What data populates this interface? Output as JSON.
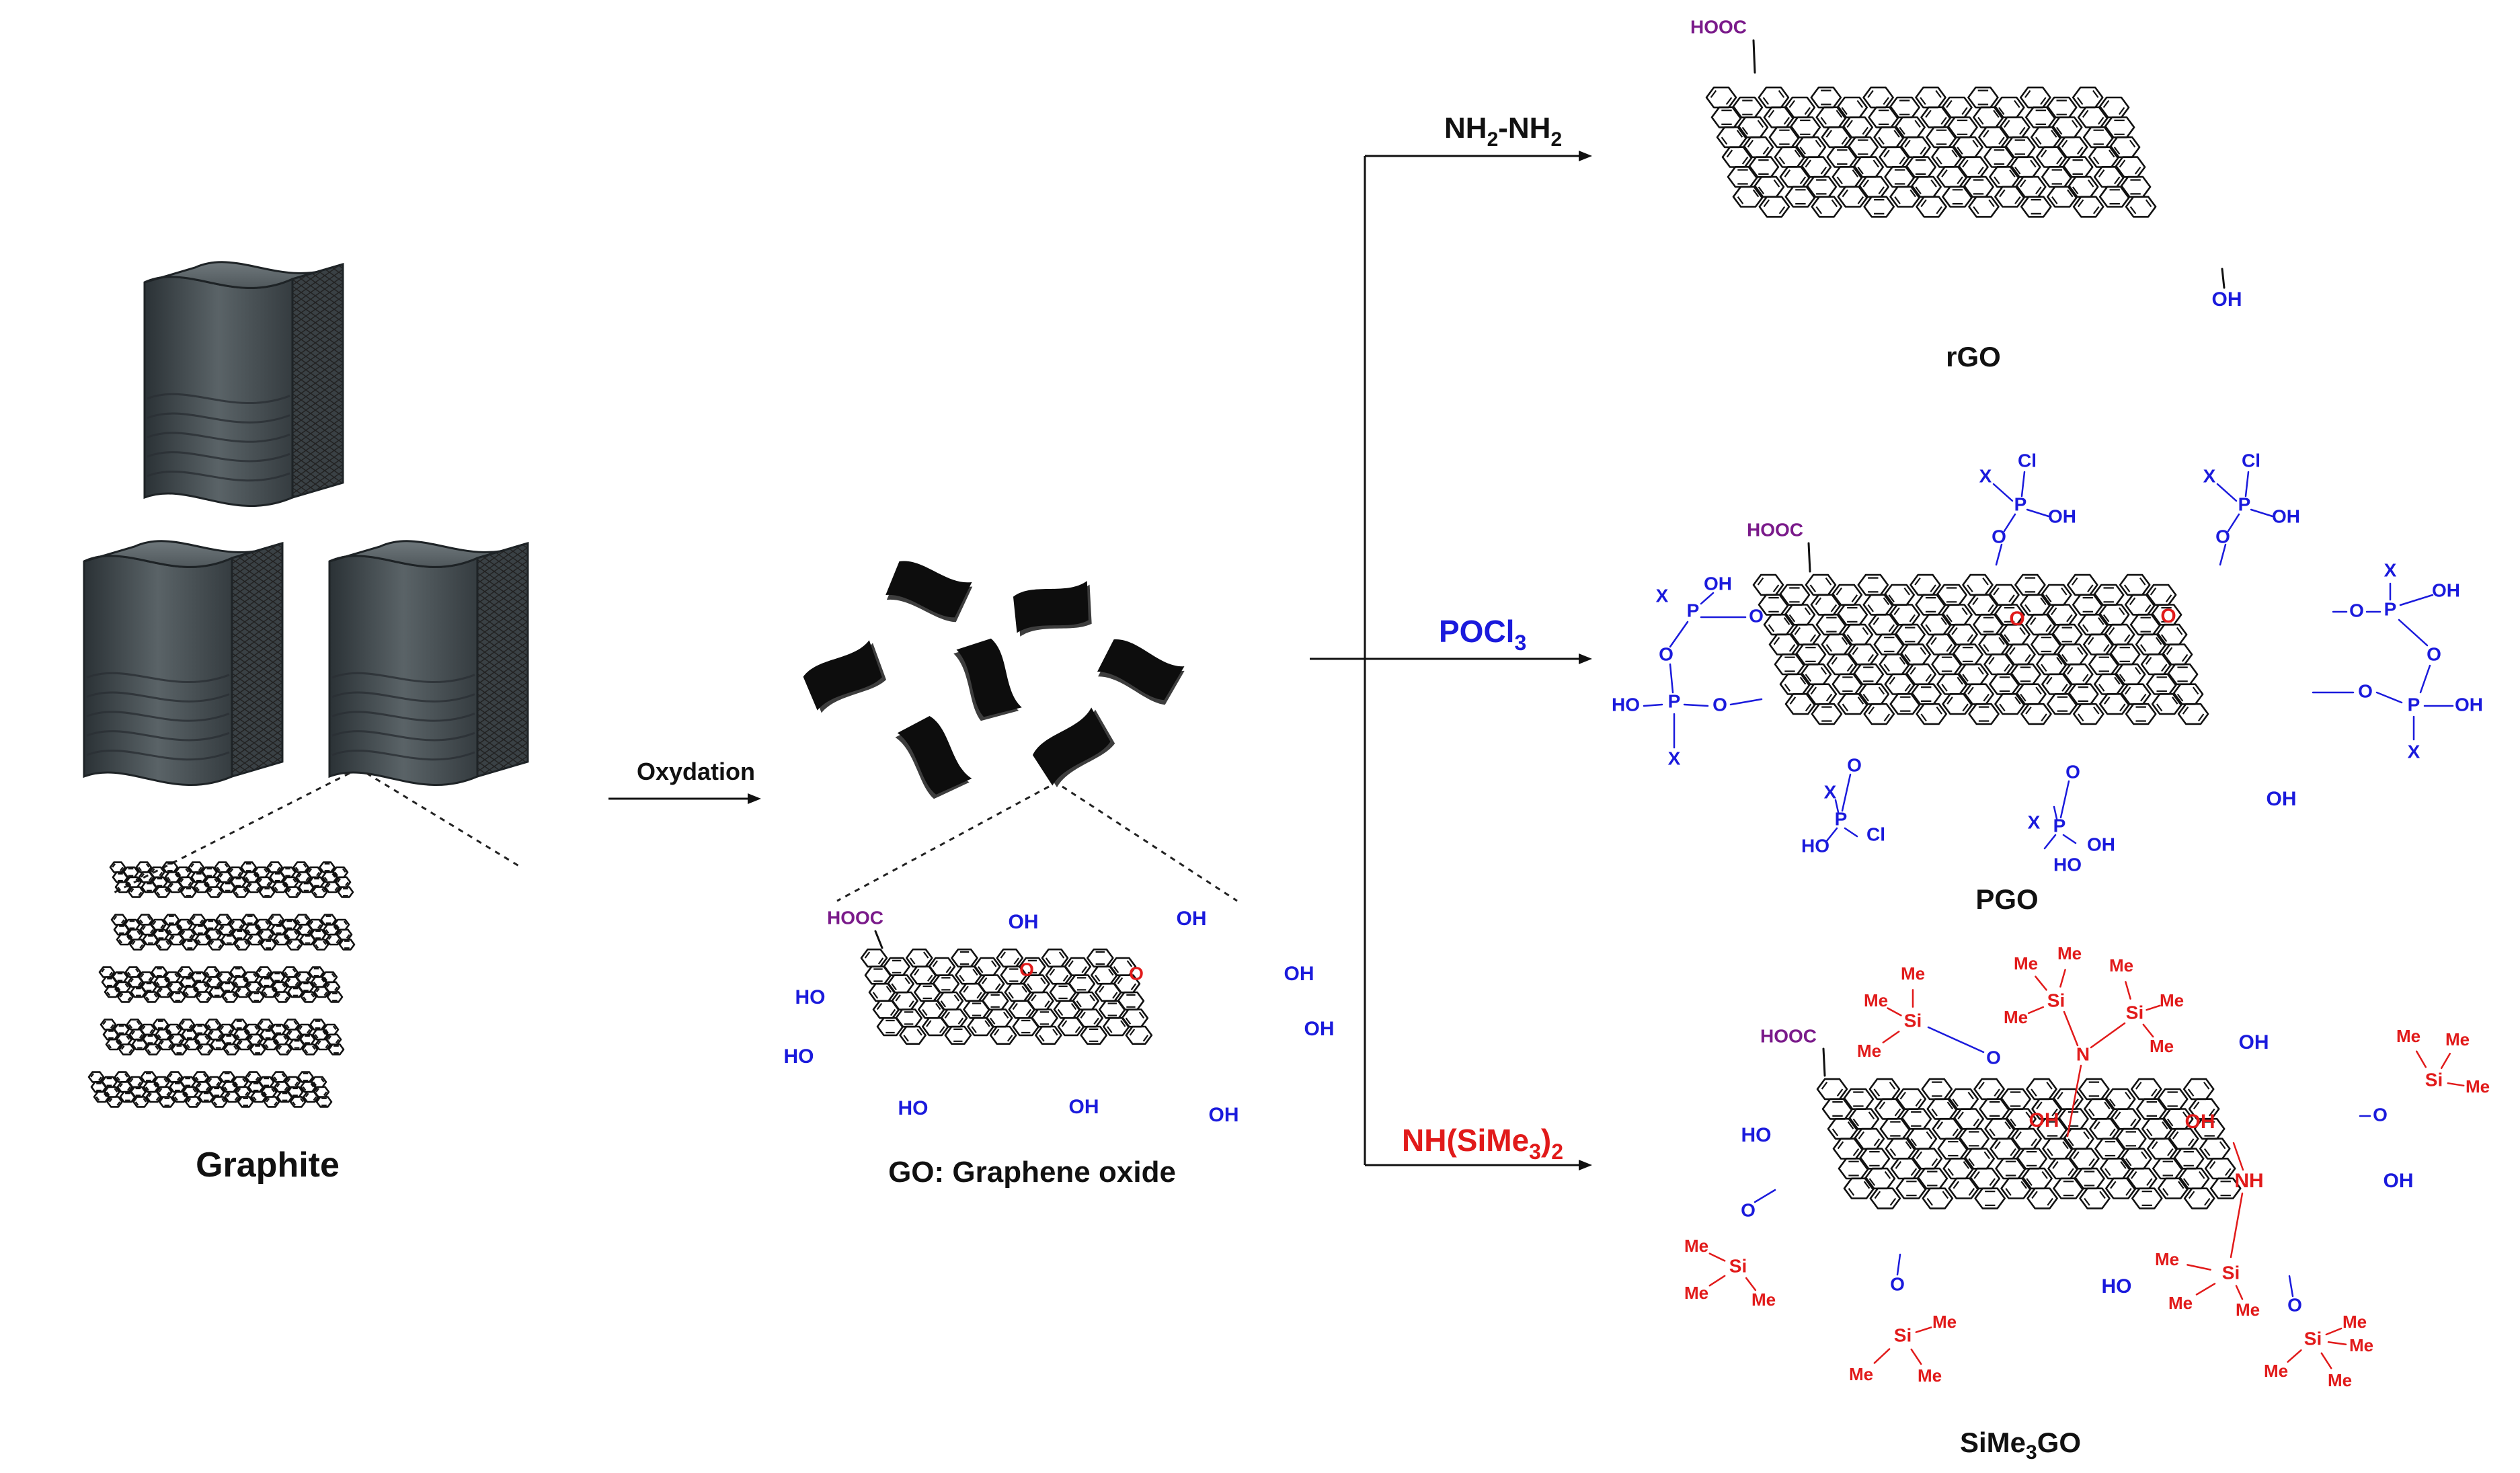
{
  "colors": {
    "bond": "#111111",
    "blue": "#1a1adc",
    "red": "#e11a1a",
    "purple": "#7a1a8a",
    "black": "#111111",
    "block": "#4a5257"
  },
  "labels": {
    "graphite": "Graphite",
    "oxydation": "Oxydation",
    "go": "GO: Graphene oxide",
    "rgo": "rGO",
    "pgo": "PGO",
    "sigo_main": "SiMe",
    "sigo_sub": "3",
    "sigo_tail": "GO"
  },
  "reagents": {
    "hydrazine": {
      "a": "NH",
      "a_sub": "2",
      "b": "-NH",
      "b_sub": "2"
    },
    "pocl3": {
      "a": "POCl",
      "a_sub": "3"
    },
    "hmds": {
      "a": "NH(SiMe",
      "a_sub": "3",
      "b": ")",
      "b_sub": "2"
    }
  },
  "groups": {
    "hooc": "HOOC",
    "oh": "OH",
    "ho": "HO",
    "o": "O",
    "p": "P",
    "x": "X",
    "cl": "Cl",
    "si": "Si",
    "me": "Me",
    "n": "N",
    "nh": "NH"
  }
}
